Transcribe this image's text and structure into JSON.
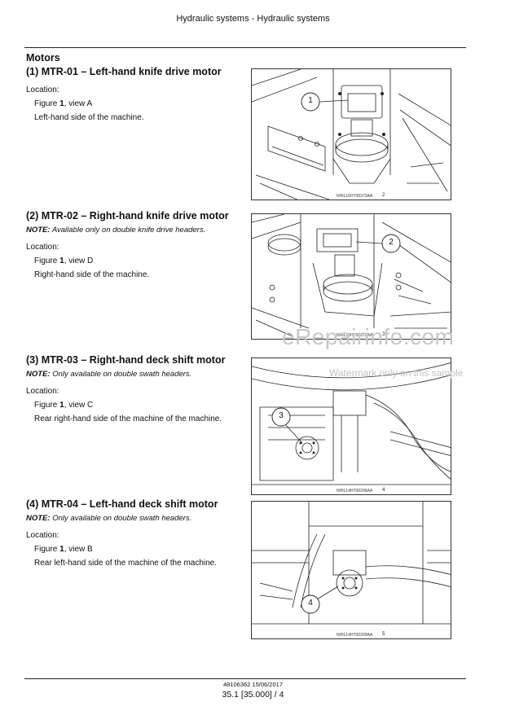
{
  "header": {
    "title": "Hydraulic systems - Hydraulic systems"
  },
  "section": {
    "heading": "Motors"
  },
  "entries": [
    {
      "title": "(1) MTR-01 – Left-hand knife drive motor",
      "note_label": "",
      "note_text": "",
      "location_label": "Location:",
      "figure_label": "Figure",
      "figure_ref": "1",
      "figure_view": ", view A",
      "side": "Left-hand side of the machine."
    },
    {
      "title": "(2) MTR-02 – Right-hand knife drive motor",
      "note_label": "NOTE:",
      "note_text": " Available only on double knife drive headers.",
      "location_label": "Location:",
      "figure_label": "Figure",
      "figure_ref": "1",
      "figure_view": ", view D",
      "side": "Right-hand side of the machine."
    },
    {
      "title": "(3) MTR-03 – Right-hand deck shift motor",
      "note_label": "NOTE:",
      "note_text": " Only available on double swath headers.",
      "location_label": "Location:",
      "figure_label": "Figure",
      "figure_ref": "1",
      "figure_view": ", view C",
      "side": "Rear right-hand side of the machine of the machine."
    },
    {
      "title": "(4) MTR-04 – Left-hand deck shift motor",
      "note_label": "NOTE:",
      "note_text": " Only available on double swath headers.",
      "location_label": "Location:",
      "figure_label": "Figure",
      "figure_ref": "1",
      "figure_view": ", view B",
      "side": "Rear left-hand side of the machine of the machine."
    }
  ],
  "figures": [
    {
      "callout": "1",
      "code": "NHIL16HT00373AA",
      "number": "2"
    },
    {
      "callout": "2",
      "code": "NHIL16HT00372AA",
      "number": "3"
    },
    {
      "callout": "3",
      "code": "NHIL14HT00296AA",
      "number": "4"
    },
    {
      "callout": "4",
      "code": "NHIL14HT00300AA",
      "number": "5"
    }
  ],
  "watermark": {
    "text": "eRepairinfo.com",
    "sub": "Watermark only on this sample"
  },
  "footer": {
    "doc_code": "48106362 15/06/2017",
    "page": "35.1 [35.000] / 4"
  }
}
